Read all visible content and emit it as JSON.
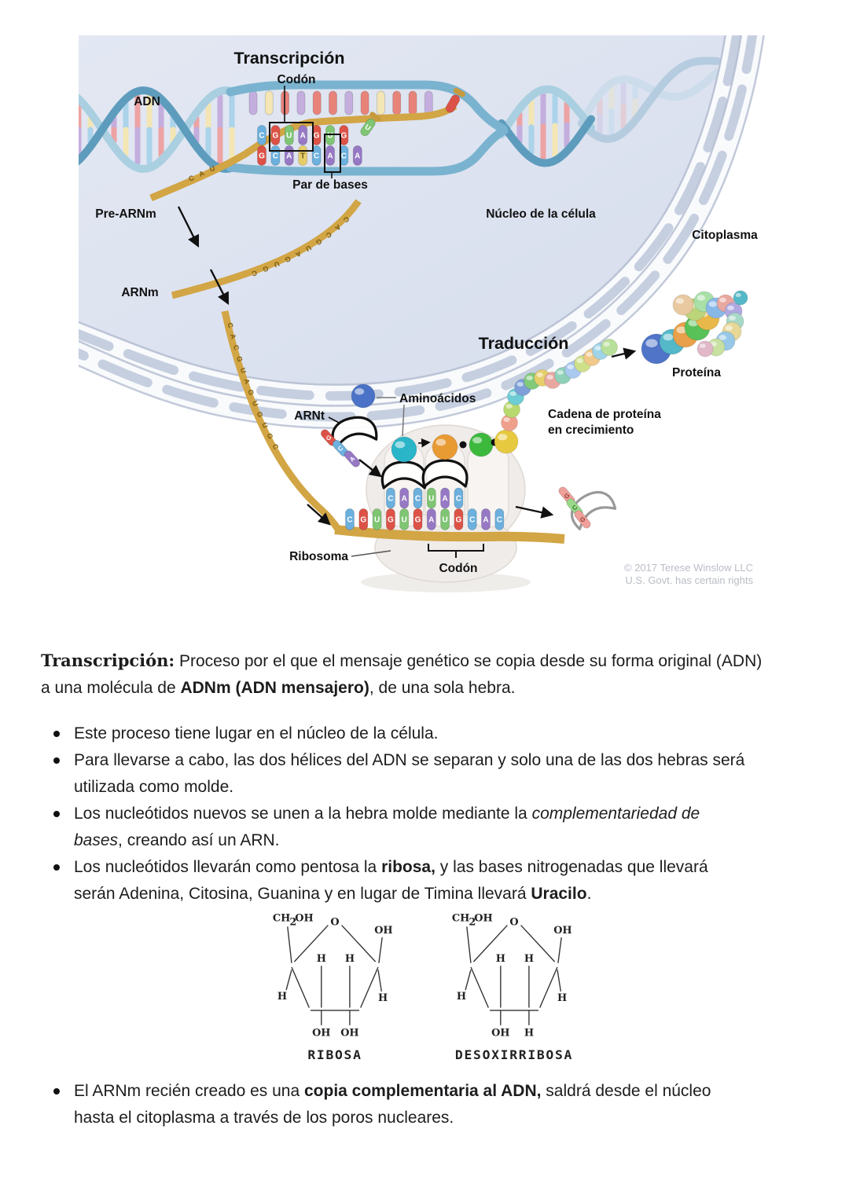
{
  "diagram": {
    "title_transcription": "Transcripción",
    "label_codon_top": "Codón",
    "label_adn": "ADN",
    "label_par_de_bases": "Par de bases",
    "label_pre_arnm": "Pre-ARNm",
    "label_arnm": "ARNm",
    "label_nucleo": "Núcleo de la célula",
    "label_citoplasma": "Citoplasma",
    "title_translation": "Traducción",
    "label_proteina": "Proteína",
    "label_cadena_1": "Cadena de proteína",
    "label_cadena_2": "en crecimiento",
    "label_arnt": "ARNt",
    "label_aminoacidos": "Aminoácidos",
    "label_ribosoma": "Ribosoma",
    "label_codon_bottom": "Codón",
    "copyright_1": "© 2017 Terese Winslow LLC",
    "copyright_2": "U.S. Govt. has certain rights",
    "gold": "#d2a545",
    "base_colors": {
      "A": "#9678c4",
      "C": "#6cb0dd",
      "G": "#dd5247",
      "U": "#7fc573",
      "T": "#e7cd6a"
    },
    "helix_rung_colors": [
      "#eda3a3",
      "#f3e6b4",
      "#c4aede",
      "#abd3ea"
    ],
    "bubble": {
      "mrna_row": "CGUAGUG",
      "template_row": "GCATCACA",
      "open_pill_colors": [
        "#c4aede",
        "#f3e6b4",
        "#e8837a",
        "#c4aede",
        "#e8837a",
        "#e8837a",
        "#c4aede",
        "#e8837a",
        "#f3e6b4",
        "#e8837a",
        "#e8837a",
        "#c4aede"
      ],
      "floating_bases": [
        "U",
        ""
      ]
    },
    "strand_letters": {
      "pre_ribbon": "C A U",
      "s_curve": "C A C G U A G U G C",
      "pore": "C A C G U A G U G U G C"
    },
    "ribosome": {
      "mrna_row": "CGUGUGAUGCAC",
      "anticodon_left": "CAC",
      "anticodon_right": "UAC",
      "free_trna_bases": "GCA",
      "exit_trna_bases": "GCG"
    },
    "amino_sphere_colors": [
      "#2ab5c8",
      "#e89a33",
      "#3cb93c",
      "#e6c93f"
    ],
    "aa_chain_colors": [
      "#efa08c",
      "#b8d96e",
      "#6eccd4",
      "#7e9fd8",
      "#82ca7a",
      "#e6cf6b",
      "#e8a8a0",
      "#8fd0b9",
      "#a9c9ef",
      "#cfe08a",
      "#f0c98a",
      "#9fd4e8",
      "#b9e09a"
    ],
    "protein_big_color": "#4f74c8",
    "protein_colors": [
      "#54b8c8",
      "#e8a04a",
      "#58c158",
      "#e8b84a",
      "#bcd47a",
      "#e8c9a0",
      "#a8e0a8",
      "#88b8e8",
      "#e8a8a0",
      "#b0a8e0",
      "#a8d8c8",
      "#e8d898",
      "#98c8e8",
      "#c8e0a0",
      "#e0b8c8"
    ],
    "free_trna_sphere_color": "#4a72c6"
  },
  "content": {
    "p1": [
      {
        "t": "Transcripción:",
        "b": true,
        "lead": true
      },
      {
        "t": " Proceso por el que el mensaje genético se copia desde su forma original (ADN)"
      },
      {
        "br": true
      },
      {
        "t": "a una molécula de "
      },
      {
        "t": "ADNm (ADN mensajero)",
        "b": true
      },
      {
        "t": ", de una sola hebra."
      }
    ],
    "bullets": [
      [
        {
          "t": "Este proceso tiene lugar en el núcleo de la célula."
        }
      ],
      [
        {
          "t": "Para llevarse a cabo, las dos hélices del ADN se separan y solo una de las dos hebras será"
        },
        {
          "br": true
        },
        {
          "t": "utilizada como molde."
        }
      ],
      [
        {
          "t": "Los nucleótidos nuevos se unen a la hebra molde mediante la "
        },
        {
          "t": "complementariedad de",
          "i": true
        },
        {
          "br": true
        },
        {
          "t": "bases",
          "i": true
        },
        {
          "t": ", creando así un ARN."
        }
      ],
      [
        {
          "t": "Los nucleótidos llevarán como pentosa la "
        },
        {
          "t": "ribosa,",
          "b": true
        },
        {
          "t": " y las bases nitrogenadas que llevará"
        },
        {
          "br": true
        },
        {
          "t": "serán Adenina, Citosina, Guanina y en lugar de Timina llevará "
        },
        {
          "t": "Uracilo",
          "b": true
        },
        {
          "t": "."
        }
      ]
    ],
    "bullets2": [
      [
        {
          "t": "El ARNm recién creado es una "
        },
        {
          "t": "copia complementaria al ADN,",
          "b": true
        },
        {
          "t": " saldrá desde el núcleo"
        },
        {
          "br": true
        },
        {
          "t": "hasta el citoplasma a través de los poros nucleares."
        }
      ]
    ]
  },
  "sugars": {
    "atoms": {
      "ch": "CH",
      "two": "2",
      "oh": "OH",
      "o": "O",
      "h": "H"
    },
    "ribose": {
      "caption": "RIBOSA",
      "bottom": [
        "OH",
        "OH"
      ]
    },
    "deoxyribose": {
      "caption": "DESOXIRRIBOSA",
      "bottom": [
        "OH",
        "H"
      ]
    }
  }
}
